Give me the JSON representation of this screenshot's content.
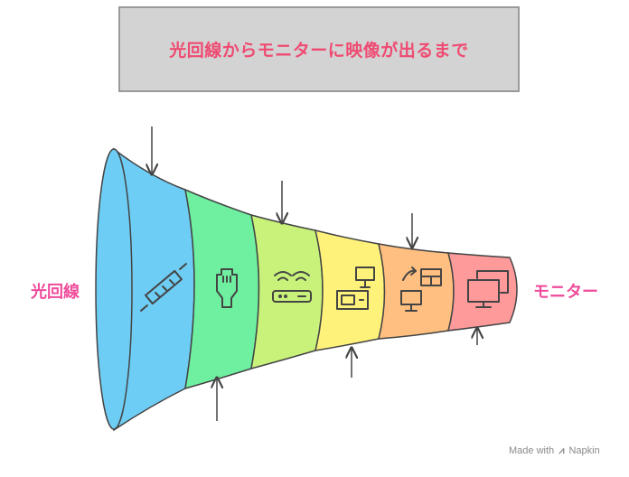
{
  "title": "光回線からモニターに映像が出るまで",
  "start_label": "光回線",
  "end_label": "モニター",
  "stages": [
    {
      "color": "#6ecdf4",
      "icon": "optical-fiber-cable-icon"
    },
    {
      "color": "#6ef0a0",
      "icon": "ethernet-connector-icon"
    },
    {
      "color": "#c8f27a",
      "icon": "wifi-router-icon"
    },
    {
      "color": "#fff27a",
      "icon": "computer-with-desktop-tower-icon"
    },
    {
      "color": "#ffbf80",
      "icon": "pc-screen-switching-icon"
    },
    {
      "color": "#ff9a9a",
      "icon": "dual-monitor-icon"
    }
  ],
  "watermark": {
    "prefix": "Made with",
    "brand": "Napkin"
  }
}
